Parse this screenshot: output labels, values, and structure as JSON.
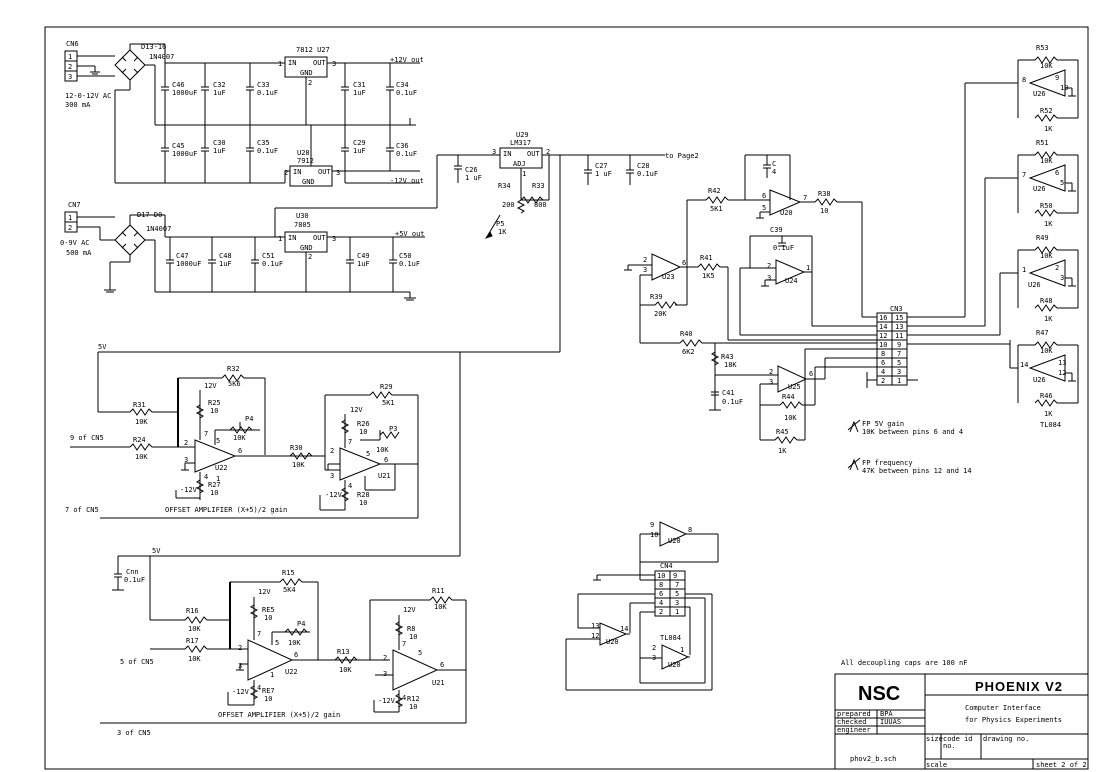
{
  "connectors": {
    "cn6": "CN6",
    "cn7": "CN7",
    "cn3": "CN3",
    "cn4": "CN4",
    "cn6_pins": [
      "1",
      "2",
      "3"
    ],
    "cn7_pins": [
      "1",
      "2"
    ],
    "cn3_pins": [
      [
        "16",
        "15"
      ],
      [
        "14",
        "13"
      ],
      [
        "12",
        "11"
      ],
      [
        "10",
        "9"
      ],
      [
        "8",
        "7"
      ],
      [
        "6",
        "5"
      ],
      [
        "4",
        "3"
      ],
      [
        "2",
        "1"
      ]
    ],
    "cn4_pins": [
      [
        "10",
        "9"
      ],
      [
        "8",
        "7"
      ],
      [
        "6",
        "5"
      ],
      [
        "4",
        "3"
      ],
      [
        "2",
        "1"
      ]
    ]
  },
  "power_supply": {
    "bridge1_label": "D13-16",
    "bridge1_part": "1N4007",
    "input1_label": "12-0-12V AC",
    "input1_current": "300 mA",
    "bridge2_label": "D17-D0",
    "bridge2_part": "1N4007",
    "input2_label": "0-9V AC",
    "input2_current": "500 mA",
    "reg1_name": "7812 U27",
    "reg1_in": "IN",
    "reg1_out": "OUT",
    "reg1_gnd": "GND",
    "reg1_pin_in": "1",
    "reg1_pin_out": "3",
    "reg1_pin_gnd": "2",
    "reg2_name": "U28",
    "reg2_part": "7912",
    "reg2_in": "IN",
    "reg2_out": "OUT",
    "reg2_gnd": "GND",
    "reg2_pin_in": "2",
    "reg2_pin_out": "3",
    "reg2_pin_gnd": "1",
    "reg3_name": "U30",
    "reg3_part": "7805",
    "reg3_in": "IN",
    "reg3_out": "OUT",
    "reg3_gnd": "GND",
    "reg3_pin_in": "1",
    "reg3_pin_out": "3",
    "reg3_pin_gnd": "2",
    "reg4_name": "U29",
    "reg4_part": "LM317",
    "reg4_in": "IN",
    "reg4_out": "OUT",
    "reg4_adj": "ADJ",
    "reg4_pin_in": "3",
    "reg4_pin_out": "2",
    "reg4_pin_adj": "1",
    "out_p12": "+12V out",
    "out_m12": "-12V out",
    "out_5v": "+5V out",
    "to_page2": "to Page2",
    "caps": [
      {
        "ref": "C46",
        "val": "1000uF"
      },
      {
        "ref": "C32",
        "val": "1uF"
      },
      {
        "ref": "C33",
        "val": "0.1uF"
      },
      {
        "ref": "C31",
        "val": "1uF"
      },
      {
        "ref": "C34",
        "val": "0.1uF"
      },
      {
        "ref": "C45",
        "val": "1000uF"
      },
      {
        "ref": "C30",
        "val": "1uF"
      },
      {
        "ref": "C35",
        "val": "0.1uF"
      },
      {
        "ref": "C29",
        "val": "1uF"
      },
      {
        "ref": "C36",
        "val": "0.1uF"
      },
      {
        "ref": "C47",
        "val": "1000uF"
      },
      {
        "ref": "C48",
        "val": "1uF"
      },
      {
        "ref": "C51",
        "val": "0.1uF"
      },
      {
        "ref": "C49",
        "val": "1uF"
      },
      {
        "ref": "C50",
        "val": "0.1uF"
      },
      {
        "ref": "C26",
        "val": "1 uF"
      },
      {
        "ref": "C27",
        "val": "1 uF"
      },
      {
        "ref": "C28",
        "val": "0.1uF"
      }
    ],
    "r34": "R34",
    "r34_val": "200",
    "r33": "R33",
    "r33_val": "800",
    "p5": "P5",
    "p5_val": "1K"
  },
  "offset_amp1": {
    "node_5v": "5V",
    "r31": "R31",
    "r31_val": "10K",
    "r24": "R24",
    "r24_val": "10K",
    "r32": "R32",
    "r32_val": "5K6",
    "r25": "R25",
    "r25_val": "10",
    "r27": "R27",
    "r27_val": "10",
    "p4": "P4",
    "p4_val": "10K",
    "r30": "R30",
    "r30_val": "10K",
    "r29": "R29",
    "r29_val": "5K1",
    "r26": "R26",
    "r26_val": "10",
    "r28": "R28",
    "r28_val": "10",
    "p3": "P3",
    "p3_val": "10K",
    "u22": "U22",
    "u21": "U21",
    "v_p12": "12V",
    "v_m12": "-12V",
    "v_p12b": "12V",
    "v_m12b": "-12V",
    "in_label": "9 of CN5",
    "out_label": "7 of CN5",
    "caption": "OFFSET AMPLIFIER (X+5)/2 gain",
    "pins": {
      "u22_in_m": "2",
      "u22_in_p": "3",
      "u22_out": "6",
      "u22_v": "7",
      "u22_n": "4",
      "u22_o1": "1",
      "u22_o5": "5",
      "u21_in_m": "2",
      "u21_in_p": "3",
      "u21_out": "6",
      "u21_v": "7",
      "u21_n": "4",
      "u21_o5": "5"
    }
  },
  "offset_amp2": {
    "node_5v": "5V",
    "cnn": "Cnn",
    "cnn_val": "0.1uF",
    "r16": "R16",
    "r16_val": "10K",
    "r17": "R17",
    "r17_val": "10K",
    "r15": "R15",
    "r15_val": "5K4",
    "re5": "RE5",
    "re5_val": "10",
    "re7": "RE7",
    "re7_val": "10",
    "p4": "P4",
    "p4_val": "10K",
    "r13": "R13",
    "r13_val": "10K",
    "r11": "R11",
    "r11_val": "10K",
    "r8": "R8",
    "r8_val": "10",
    "r12": "R12",
    "r12_val": "10",
    "u22": "U22",
    "u21": "U21",
    "v_p12": "12V",
    "v_m12": "-12V",
    "v_p12b": "12V",
    "v_m12b": "-12V",
    "in_label": "5 of CN5",
    "out_label": "3 of CN5",
    "caption": "OFFSET AMPLIFIER (X+5)/2 gain",
    "pins": {
      "a_m": "2",
      "a_p": "3",
      "a_out": "6",
      "a_v": "7",
      "a_n": "4",
      "a_o1": "1",
      "a_o5": "5",
      "b_m": "2",
      "b_p": "3",
      "b_out": "6",
      "b_v": "7",
      "b_n": "4",
      "b_o5": "5"
    }
  },
  "right_section": {
    "r53": "R53",
    "r53_val": "10K",
    "r52": "R52",
    "r52_val": "1K",
    "u26a": "U26",
    "u26a_pins": [
      "8",
      "9",
      "10"
    ],
    "r51": "R51",
    "r51_val": "10K",
    "r50": "R50",
    "r50_val": "1K",
    "u26b": "U26",
    "u26b_pins": [
      "7",
      "6",
      "5"
    ],
    "r49": "R49",
    "r49_val": "10K",
    "r48": "R48",
    "r48_val": "1K",
    "u26c": "U26",
    "u26c_pins": [
      "1",
      "2",
      "3"
    ],
    "r47": "R47",
    "r47_val": "10K",
    "r46": "R46",
    "r46_val": "1K",
    "u26d": "U26",
    "u26d_pins": [
      "14",
      "13",
      "12"
    ],
    "tl084": "TL084",
    "r42": "R42",
    "r42_val": "5K1",
    "u20a": "U20",
    "u20a_pins": [
      "6",
      "5",
      "7"
    ],
    "c_small": "C",
    "c_small_val": "4",
    "r38": "R38",
    "r38_val": "10",
    "c39": "C39",
    "c39_val": "0.1uF",
    "u24": "U24",
    "u24_pins": [
      "2",
      "3",
      "1"
    ],
    "u23": "U23",
    "u23_pins": [
      "2",
      "3",
      "6"
    ],
    "r41": "R41",
    "r41_val": "1K5",
    "r39": "R39",
    "r39_val": "20K",
    "r40": "R40",
    "r40_val": "6K2",
    "r43": "R43",
    "r43_val": "18K",
    "c41": "C41",
    "c41_val": "0.1uF",
    "u25": "U25",
    "u25_pins": [
      "2",
      "3",
      "6"
    ],
    "r44": "R44",
    "r44_val": "10K",
    "r45": "R45",
    "r45_val": "1K",
    "note1a": "FP 5V gain",
    "note1b": "10K between pins 6 and 4",
    "note2a": "FP frequency",
    "note2b": "47K between pins 12 and 14"
  },
  "bottom_section": {
    "u20b": "U20",
    "u20b_pins": [
      "9",
      "10",
      "8"
    ],
    "u20c": "U20",
    "u20c_pins": [
      "13",
      "12",
      "14"
    ],
    "u20d": "U20",
    "u20d_pins": [
      "2",
      "3",
      "1"
    ],
    "tl084": "TL084",
    "note": "All decoupling caps are 100 nF"
  },
  "title_block": {
    "logo": "NSC",
    "title": "PHOENIX V2",
    "sub1": "Computer Interface",
    "sub2": "for Physics Experiments",
    "prepared": "prepared",
    "prepared_by": "BPA",
    "checked": "checked",
    "checked_by": "IUUAS",
    "engineer": "engineer",
    "size": "size",
    "code_id": "code id",
    "code_no": "no.",
    "drawing_no": "drawing no.",
    "file": "phov2_b.sch",
    "scale": "scale",
    "sheet": "sheet 2 of 2"
  }
}
